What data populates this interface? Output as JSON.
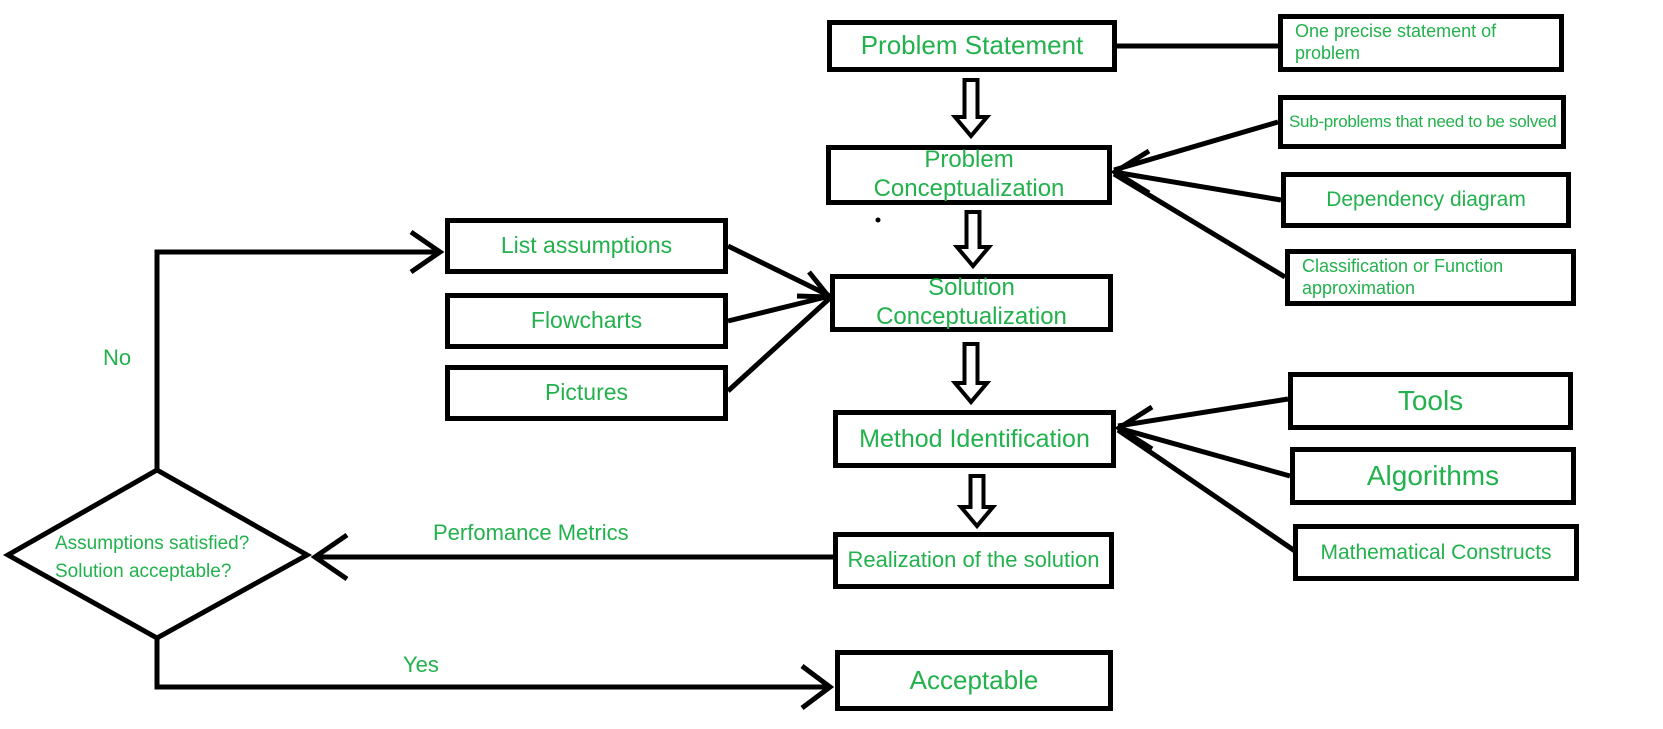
{
  "diagram": {
    "nodes": {
      "problem_statement": "Problem Statement",
      "one_precise_statement": "One precise statement of problem",
      "problem_conceptualization": "Problem Conceptualization",
      "sub_problems": "Sub-problems that need to be solved",
      "dependency_diagram": "Dependency diagram",
      "classification": "Classification or Function approximation",
      "list_assumptions": "List assumptions",
      "flowcharts": "Flowcharts",
      "pictures": "Pictures",
      "solution_conceptualization": "Solution Conceptualization",
      "method_identification": "Method Identification",
      "tools": "Tools",
      "algorithms": "Algorithms",
      "mathematical_constructs": "Mathematical Constructs",
      "realization": "Realization of the solution",
      "acceptable": "Acceptable"
    },
    "decision": {
      "line1": "Assumptions satisfied?",
      "line2": "Solution acceptable?"
    },
    "edge_labels": {
      "no": "No",
      "yes": "Yes",
      "performance_metrics": "Perfomance Metrics"
    },
    "colors": {
      "text": "#22B14C",
      "line": "#000000",
      "background": "#FFFFFF"
    }
  }
}
